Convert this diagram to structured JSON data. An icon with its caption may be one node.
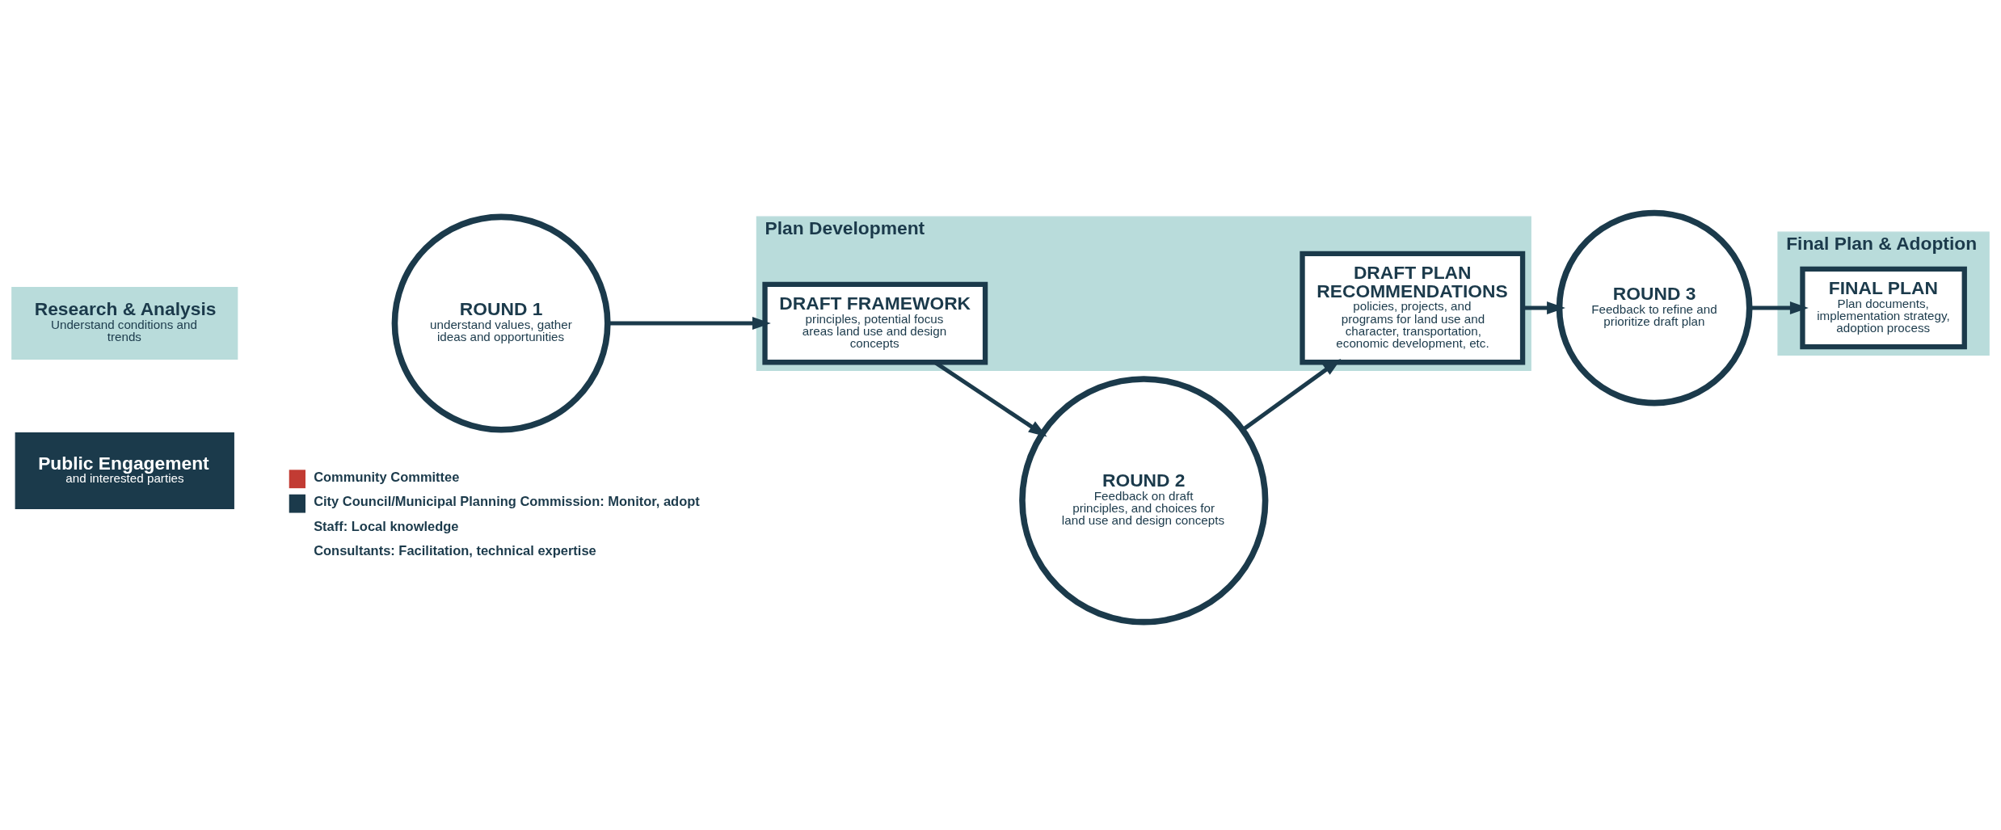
{
  "diagram": {
    "nodes": [
      {
        "text": [
          "Research & Analysis",
          "Understand conditions and trends"
        ]
      },
      {
        "text": [
          "Plan Development"
        ]
      },
      {
        "text": [
          "DRAFT FRAMEWORK",
          "principles, potential focus areas land use and design concepts"
        ],
        "in": 1
      },
      {
        "text": [
          "DRAFT PLAN RECOMMENDATIONS",
          "policies, projects, and programs for land use and character, transportation, economic development, etc."
        ],
        "in": 1
      },
      {
        "text": [
          "Final Plan & Adoption"
        ]
      },
      {
        "text": [
          "FINAL PLAN",
          "Plan documents, implementation strategy, adoption process"
        ],
        "in": 4
      },
      {
        "text": [
          "Public Engagement",
          "and interested parties"
        ]
      },
      {
        "text": [
          "ROUND 1",
          "understand values, gather ideas and opportunities"
        ]
      },
      {
        "text": [
          "ROUND 2",
          "Feedback on draft principles, and choices for land use and design concepts"
        ]
      },
      {
        "text": [
          "ROUND 3",
          "Feedback to refine and prioritize draft plan"
        ]
      }
    ],
    "edges": [
      {
        "from": 7,
        "to": 2,
        "arrow": "to"
      },
      {
        "from": 2,
        "to": 8,
        "arrow": "to"
      },
      {
        "from": 8,
        "to": 3,
        "arrow": "to"
      },
      {
        "from": 3,
        "to": 9,
        "arrow": "to"
      },
      {
        "from": 9,
        "to": 5,
        "arrow": "to"
      }
    ],
    "labels": [
      "Staff: Local knowledge",
      "Consultants: Facilitation, technical expertise"
    ],
    "legend": [
      {
        "text": "Community Committee",
        "color": "#c23b33"
      },
      {
        "text": "City Council/Municipal Planning Commission: Monitor, adopt",
        "color": "#1b3a4b"
      }
    ]
  }
}
